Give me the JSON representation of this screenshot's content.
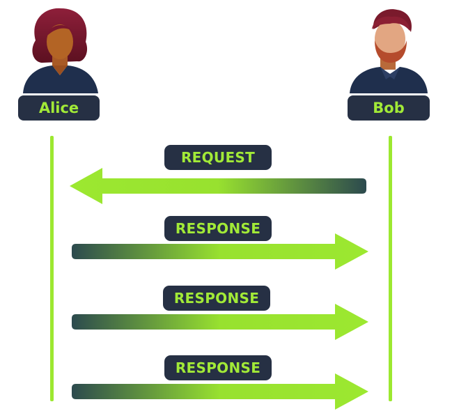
{
  "colors": {
    "accent": "#9ce830",
    "label_bg": "#263044",
    "label_text": "#a2ea37"
  },
  "participants": {
    "alice": {
      "name": "Alice",
      "icon": "woman-avatar-icon"
    },
    "bob": {
      "name": "Bob",
      "icon": "bearded-man-avatar-icon"
    }
  },
  "messages": [
    {
      "label": "REQUEST",
      "direction": "bob-to-alice"
    },
    {
      "label": "RESPONSE",
      "direction": "alice-to-bob"
    },
    {
      "label": "RESPONSE",
      "direction": "alice-to-bob"
    },
    {
      "label": "RESPONSE",
      "direction": "alice-to-bob"
    }
  ]
}
